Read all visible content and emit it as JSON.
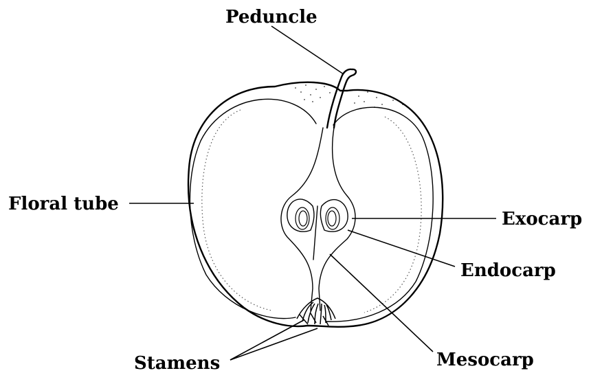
{
  "labels": {
    "peduncle": "Peduncle",
    "floral_tube": "Floral tube",
    "exocarp": "Exocarp",
    "endocarp": "Endocarp",
    "mesocarp": "Mesocarp",
    "stamens": "Stamens"
  }
}
